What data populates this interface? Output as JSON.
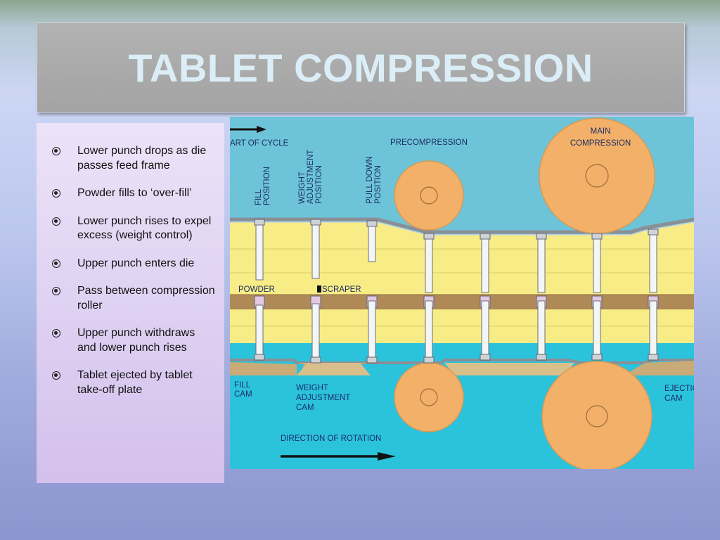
{
  "slide": {
    "title": "TABLET COMPRESSION"
  },
  "bullets": [
    "Lower punch drops as die passes feed frame",
    "Powder fills to ‘over-fill’",
    "Lower punch rises to expel excess (weight control)",
    "Upper punch enters die",
    "Pass between compression roller",
    "Upper punch withdraws and lower punch rises",
    "Tablet ejected by tablet take-off plate"
  ],
  "diagram": {
    "start_of_cycle": "ART OF CYCLE",
    "positions": {
      "fill": [
        "FILL",
        "POSITION"
      ],
      "weight_adjustment": [
        "WEIGHT",
        "ADJUSTMENT",
        "POSITION"
      ],
      "pull_down": [
        "PULL DOWN",
        "POSITION"
      ]
    },
    "precompression": "PRECOMPRESSION",
    "main_compression": [
      "MAIN",
      "COMPRESSION"
    ],
    "powder": "POWDER",
    "scraper": "SCRAPER",
    "fill_cam": [
      "FILL",
      "CAM"
    ],
    "weight_adjustment_cam": [
      "WEIGHT",
      "ADJUSTMENT",
      "CAM"
    ],
    "ejection_cam": [
      "EJECTIO",
      "CAM"
    ],
    "direction_of_rotation": "DIRECTION OF ROTATION",
    "colors": {
      "sky": "#6dc4d8",
      "water": "#2bc3dc",
      "yellow_band": "#f8ec86",
      "die_table": "#b08a56",
      "roller": "#f2b069",
      "cam": "#c9ab78",
      "text": "#1d2d66"
    }
  }
}
